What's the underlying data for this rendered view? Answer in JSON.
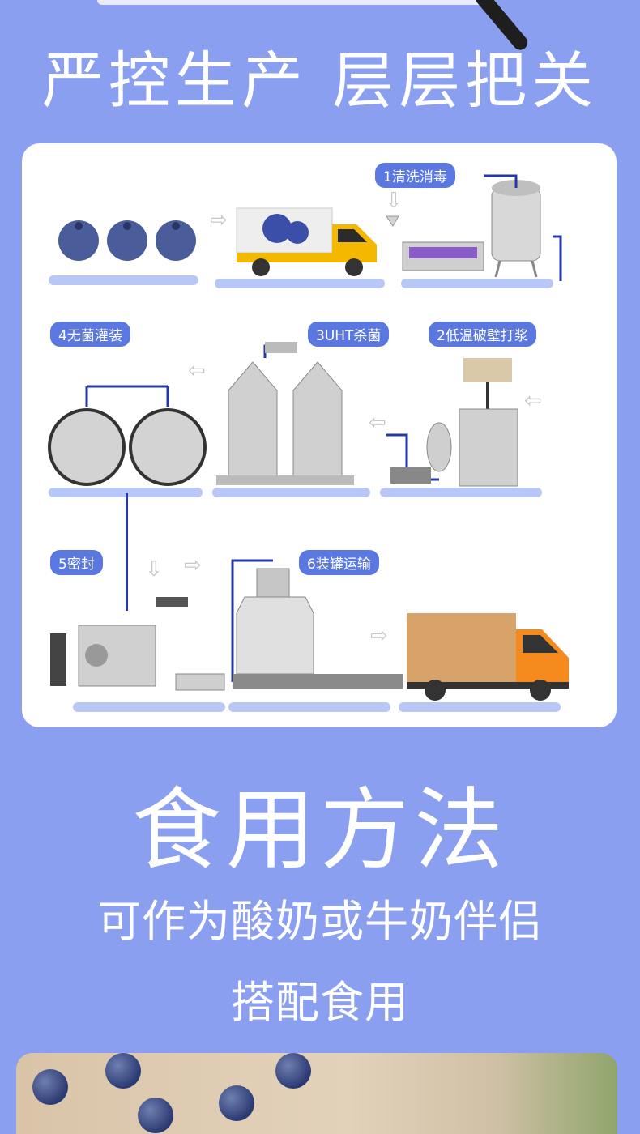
{
  "headline_top": "严控生产 层层把关",
  "steps": {
    "s1": "1清洗消毒",
    "s2": "2低温破壁打浆",
    "s3": "3UHT杀菌",
    "s4": "4无菌灌装",
    "s5": "5密封",
    "s6": "6装罐运输"
  },
  "headline_usage": "食用方法",
  "usage_line1": "可作为酸奶或牛奶伴侣",
  "usage_line2": "搭配食用",
  "colors": {
    "background": "#8b9ff0",
    "panel": "#ffffff",
    "label_bg": "#5a78e0",
    "pipe": "#2438a8",
    "base": "#b9c7f6"
  }
}
